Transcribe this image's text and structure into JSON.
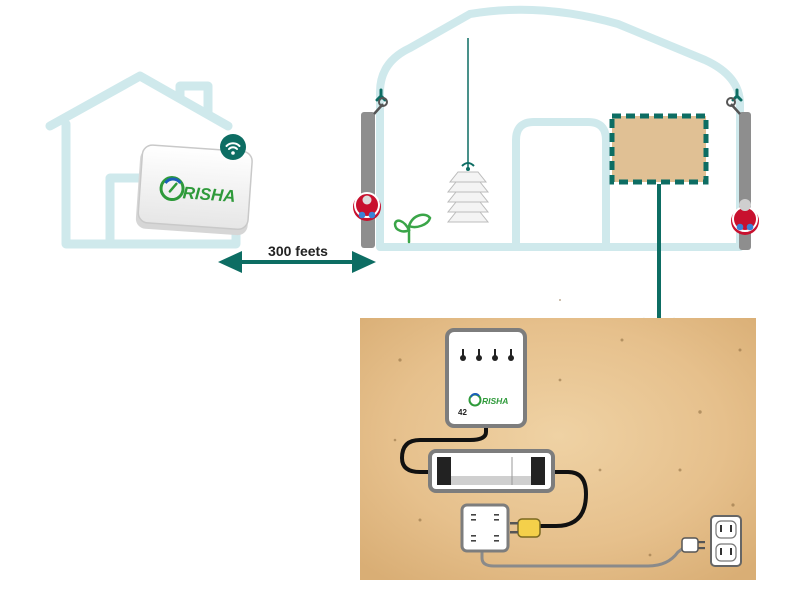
{
  "distance_label": "300 feets",
  "gateway": {
    "brand": "RISHA",
    "icon": "wifi-icon"
  },
  "controller": {
    "brand": "RISHA",
    "number": "42"
  },
  "colors": {
    "outline": "#cfe9ec",
    "accent": "#0d6d63",
    "sensor_red": "#c8102e",
    "sensor_blue": "#3b82d6",
    "brand_green": "#2e9a3a",
    "brand_blue": "#1b5fb8",
    "plywood": "#e8c898",
    "plug_yellow": "#f4d04a"
  }
}
